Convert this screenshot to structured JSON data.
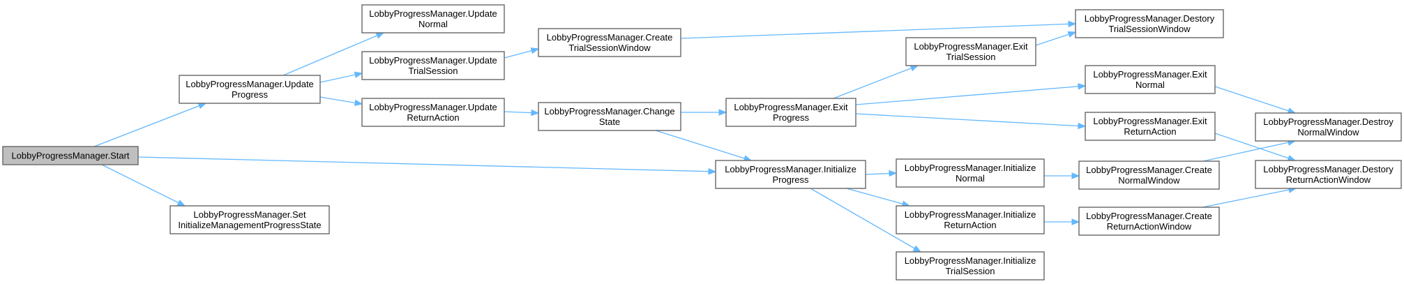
{
  "graph": {
    "colors": {
      "edge": "#63b8ff",
      "node_border": "#666666",
      "root_fill": "#bfbfbf",
      "node_fill": "#ffffff"
    },
    "nodes": [
      {
        "id": "start",
        "lines": [
          "LobbyProgressManager.Start"
        ],
        "root": true
      },
      {
        "id": "updateProgress",
        "lines": [
          "LobbyProgressManager.Update",
          "Progress"
        ]
      },
      {
        "id": "setInit",
        "lines": [
          "LobbyProgressManager.Set",
          "InitializeManagementProgressState"
        ]
      },
      {
        "id": "updateNormal",
        "lines": [
          "LobbyProgressManager.Update",
          "Normal"
        ]
      },
      {
        "id": "updateTrial",
        "lines": [
          "LobbyProgressManager.Update",
          "TrialSession"
        ]
      },
      {
        "id": "updateReturn",
        "lines": [
          "LobbyProgressManager.Update",
          "ReturnAction"
        ]
      },
      {
        "id": "createTrial",
        "lines": [
          "LobbyProgressManager.Create",
          "TrialSessionWindow"
        ]
      },
      {
        "id": "changeState",
        "lines": [
          "LobbyProgressManager.Change",
          "State"
        ]
      },
      {
        "id": "exitProgress",
        "lines": [
          "LobbyProgressManager.Exit",
          "Progress"
        ]
      },
      {
        "id": "initProgress",
        "lines": [
          "LobbyProgressManager.Initialize",
          "Progress"
        ]
      },
      {
        "id": "exitTrial",
        "lines": [
          "LobbyProgressManager.Exit",
          "TrialSession"
        ]
      },
      {
        "id": "destoryTrial",
        "lines": [
          "LobbyProgressManager.Destory",
          "TrialSessionWindow"
        ]
      },
      {
        "id": "exitNormal",
        "lines": [
          "LobbyProgressManager.Exit",
          "Normal"
        ]
      },
      {
        "id": "exitReturn",
        "lines": [
          "LobbyProgressManager.Exit",
          "ReturnAction"
        ]
      },
      {
        "id": "initNormal",
        "lines": [
          "LobbyProgressManager.Initialize",
          "Normal"
        ]
      },
      {
        "id": "initReturn",
        "lines": [
          "LobbyProgressManager.Initialize",
          "ReturnAction"
        ]
      },
      {
        "id": "initTrial",
        "lines": [
          "LobbyProgressManager.Initialize",
          "TrialSession"
        ]
      },
      {
        "id": "createNormal",
        "lines": [
          "LobbyProgressManager.Create",
          "NormalWindow"
        ]
      },
      {
        "id": "createReturn",
        "lines": [
          "LobbyProgressManager.Create",
          "ReturnActionWindow"
        ]
      },
      {
        "id": "destroyNormal",
        "lines": [
          "LobbyProgressManager.Destroy",
          "NormalWindow"
        ]
      },
      {
        "id": "destoryReturn",
        "lines": [
          "LobbyProgressManager.Destory",
          "ReturnActionWindow"
        ]
      }
    ],
    "edges": [
      [
        "start",
        "updateProgress"
      ],
      [
        "start",
        "initProgress"
      ],
      [
        "start",
        "setInit"
      ],
      [
        "updateProgress",
        "updateNormal"
      ],
      [
        "updateProgress",
        "updateTrial"
      ],
      [
        "updateProgress",
        "updateReturn"
      ],
      [
        "updateTrial",
        "createTrial"
      ],
      [
        "createTrial",
        "destoryTrial"
      ],
      [
        "updateReturn",
        "changeState"
      ],
      [
        "changeState",
        "exitProgress"
      ],
      [
        "changeState",
        "initProgress"
      ],
      [
        "exitProgress",
        "exitTrial"
      ],
      [
        "exitProgress",
        "exitNormal"
      ],
      [
        "exitProgress",
        "exitReturn"
      ],
      [
        "exitTrial",
        "destoryTrial"
      ],
      [
        "exitNormal",
        "destroyNormal"
      ],
      [
        "exitReturn",
        "destoryReturn"
      ],
      [
        "initProgress",
        "initNormal"
      ],
      [
        "initProgress",
        "initReturn"
      ],
      [
        "initProgress",
        "initTrial"
      ],
      [
        "initNormal",
        "createNormal"
      ],
      [
        "initReturn",
        "createReturn"
      ],
      [
        "createNormal",
        "destroyNormal"
      ],
      [
        "createReturn",
        "destoryReturn"
      ]
    ]
  }
}
